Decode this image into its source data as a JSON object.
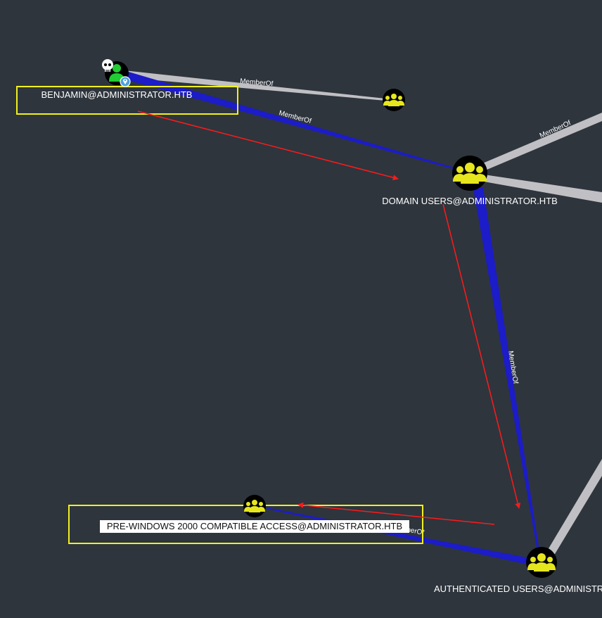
{
  "graph": {
    "background": "#2e353d",
    "colors": {
      "edge_default": "#c0c0c4",
      "edge_highlight": "#1c1cc8",
      "annotation_arrow": "#ff1a1a",
      "highlight_box": "#f0f01e",
      "group_icon": "#e6e61e",
      "user_icon": "#22cc33",
      "label_text": "#ffffff"
    },
    "nodes": {
      "benjamin": {
        "label": "BENJAMIN@ADMINISTRATOR.HTB",
        "type": "user",
        "badges": [
          "skull-icon",
          "map-pin-icon"
        ]
      },
      "unnamed_group": {
        "label": "",
        "type": "group"
      },
      "domain_users": {
        "label": "DOMAIN USERS@ADMINISTRATOR.HTB",
        "type": "group"
      },
      "authenticated_users": {
        "label": "AUTHENTICATED USERS@ADMINISTRATOR.HTB",
        "type": "group"
      },
      "pre_windows_2000": {
        "label": "PRE-WINDOWS 2000 COMPATIBLE ACCESS@ADMINISTRATOR.HTB",
        "type": "group"
      }
    },
    "edges": {
      "benjamin_to_group": {
        "label": "MemberOf"
      },
      "benjamin_to_domain_users": {
        "label": "MemberOf"
      },
      "domain_users_to_offscreen": {
        "label": "MemberOf"
      },
      "domain_users_to_authenticated": {
        "label": "MemberOf"
      },
      "authenticated_to_prewin": {
        "label": "MemberOf"
      }
    }
  }
}
